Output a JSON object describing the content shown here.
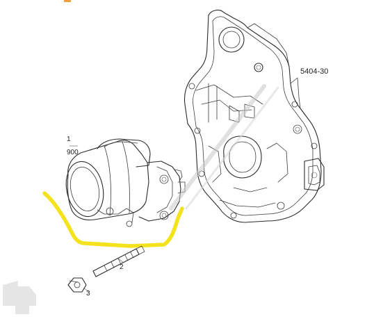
{
  "diagram": {
    "reference_code": "5404-30",
    "parts": [
      {
        "number": "1",
        "subcode": "900"
      },
      {
        "number": "2"
      },
      {
        "number": "3"
      }
    ],
    "colors": {
      "line": "#2a2a2a",
      "highlight": "#f4e21c",
      "corner_mark": "#f0a040",
      "watermark": "#c9c9c9"
    },
    "corner_mark_icon": "orange-dash-mark-icon",
    "watermark_icon": "dealer-watermark-icon"
  }
}
